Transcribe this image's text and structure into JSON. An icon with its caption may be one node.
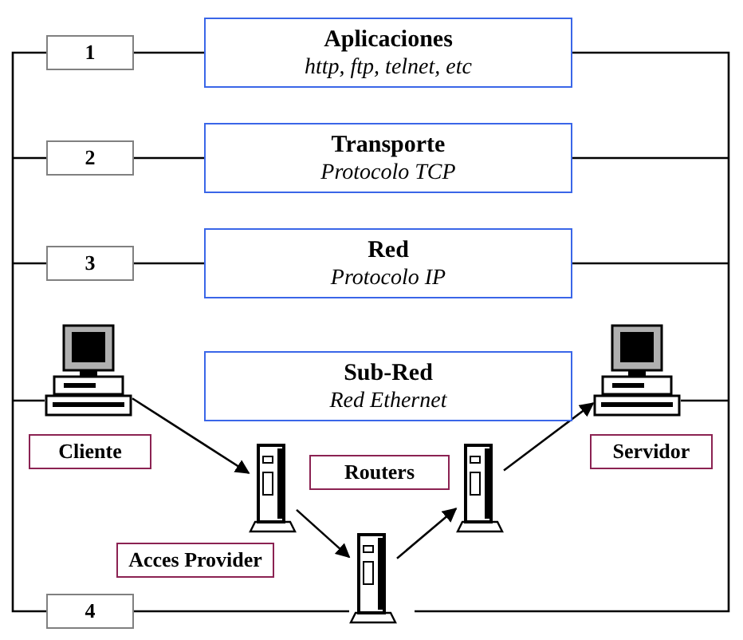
{
  "diagram": {
    "nodes": [
      {
        "text": [
          "1"
        ]
      },
      {
        "text": [
          "Aplicaciones",
          "http, ftp, telnet, etc"
        ]
      },
      {
        "text": [
          "2"
        ]
      },
      {
        "text": [
          "Transporte",
          "Protocolo TCP"
        ]
      },
      {
        "text": [
          "3"
        ]
      },
      {
        "text": [
          "Red",
          "Protocolo IP"
        ]
      },
      {
        "text": [],
        "shape": "computer"
      },
      {
        "text": [
          "Sub-Red",
          "Red Ethernet"
        ]
      },
      {
        "text": [],
        "shape": "computer"
      },
      {
        "text": [
          "Cliente"
        ]
      },
      {
        "text": [
          "Routers"
        ]
      },
      {
        "text": [
          "Servidor"
        ]
      },
      {
        "text": [],
        "shape": "tower"
      },
      {
        "text": [],
        "shape": "tower"
      },
      {
        "text": [
          "Acces Provider"
        ]
      },
      {
        "text": [],
        "shape": "tower"
      },
      {
        "text": [
          "4"
        ]
      }
    ],
    "edges": [
      {
        "from": 0,
        "to": 1,
        "arrow": "none"
      },
      {
        "from": 2,
        "to": 3,
        "arrow": "none"
      },
      {
        "from": 4,
        "to": 5,
        "arrow": "none"
      },
      {
        "from": 6,
        "to": 12,
        "arrow": "to"
      },
      {
        "from": 12,
        "to": 15,
        "arrow": "to"
      },
      {
        "from": 15,
        "to": 13,
        "arrow": "to"
      },
      {
        "from": 13,
        "to": 8,
        "arrow": "to"
      },
      {
        "from": 16,
        "to": 15,
        "arrow": "none"
      }
    ]
  }
}
